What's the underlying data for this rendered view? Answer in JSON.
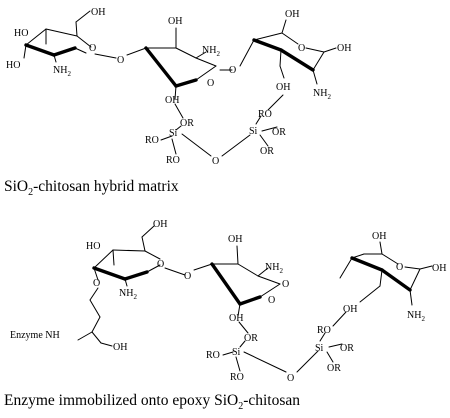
{
  "figure": {
    "top": {
      "caption": {
        "main": "SiO",
        "sub": "2",
        "rest": "-chitosan hybrid matrix"
      },
      "labels": {
        "oh": "OH",
        "ho": "HO",
        "nh": "NH",
        "sub2": "2",
        "o": "O",
        "ro": "RO",
        "or": "OR",
        "si": "Si"
      }
    },
    "bottom": {
      "caption": {
        "main": "Enzyme immobilized onto epoxy SiO",
        "sub": "2",
        "rest": "-chitosan"
      },
      "enzyme_label": "Enzyme NH",
      "labels": {
        "oh": "OH",
        "ho": "HO",
        "nh": "NH",
        "sub2": "2",
        "o": "O",
        "ro": "RO",
        "or": "OR",
        "si": "Si"
      }
    }
  }
}
